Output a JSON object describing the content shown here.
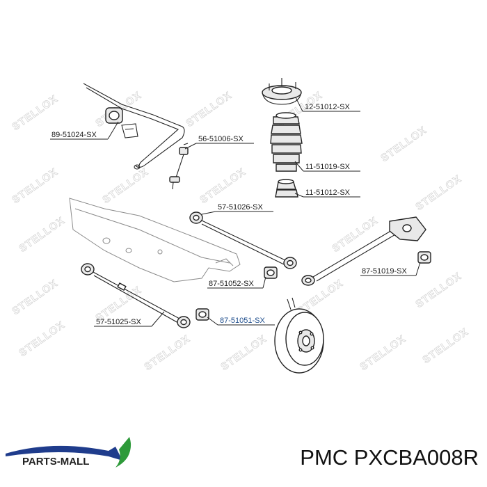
{
  "diagram": {
    "watermark_text": "STELLOX",
    "part_labels": [
      {
        "id": "12",
        "text": "12-51012-SX"
      },
      {
        "id": "89",
        "text": "89-51024-SX"
      },
      {
        "id": "56",
        "text": "56-51006-SX"
      },
      {
        "id": "11a",
        "text": "11-51019-SX"
      },
      {
        "id": "11b",
        "text": "11-51012-SX"
      },
      {
        "id": "57a",
        "text": "57-51026-SX"
      },
      {
        "id": "87c",
        "text": "87-51019-SX"
      },
      {
        "id": "87b",
        "text": "87-51052-SX"
      },
      {
        "id": "57b",
        "text": "57-51025-SX"
      },
      {
        "id": "87a",
        "text": "87-51051-SX"
      }
    ],
    "highlighted_label": "87-51051-SX"
  },
  "footer": {
    "brand": "PARTS-MALL",
    "part_code": "PMC  PXCBA008R"
  },
  "colors": {
    "highlight": "#1f4e8c",
    "logo_blue": "#1f3c8c",
    "logo_green": "#2e9a3a"
  }
}
